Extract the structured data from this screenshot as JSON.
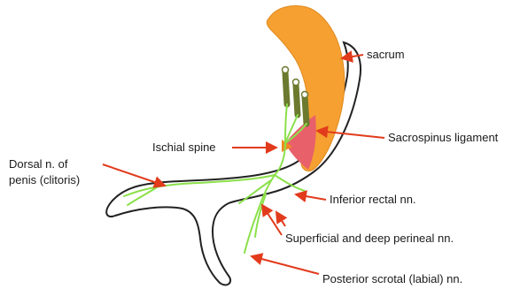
{
  "labels": {
    "sacrum": "sacrum",
    "sacrospinus": "Sacrospinus ligament",
    "ischial_spine": "Ischial spine",
    "dorsal_line1": "Dorsal n. of",
    "dorsal_line2": "penis (clitoris)",
    "inferior_rectal": "Inferior rectal nn.",
    "perineal": "Superficial and deep perineal nn.",
    "posterior_scrotal": "Posterior scrotal (labial) nn."
  },
  "colors": {
    "sacrum": "#f5a030",
    "ligament": "#e8606a",
    "nerve": "#8be04a",
    "nerve_root": "#6b7a2e",
    "outline": "#222222",
    "arrow": "#e23b1c"
  }
}
